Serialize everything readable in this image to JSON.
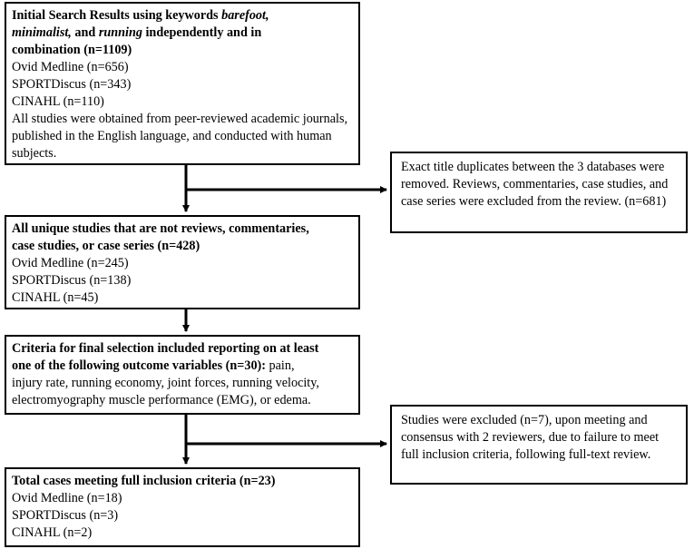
{
  "box1": {
    "title_l1_pre": "Initial Search Results using keywords ",
    "title_l1_em": "barefoot,",
    "title_l2_em": "minimalist,",
    "title_l2_mid": " and ",
    "title_l2_em2": "running",
    "title_l2_post": " independently and in",
    "title_l3": "combination (n=1109)",
    "db1": "Ovid Medline (n=656)",
    "db2": "SPORTDiscus (n=343)",
    "db3": "CINAHL (n=110)",
    "note": "All studies were obtained from peer-reviewed academic journals, published in the English language, and conducted with human subjects."
  },
  "side1": {
    "text": "Exact title duplicates between the 3 databases were removed. Reviews, commentaries, case studies, and case series were excluded from the review. (n=681)"
  },
  "box2": {
    "title_l1": "All unique studies that are not reviews, commentaries,",
    "title_l2": "case studies, or case series (n=428)",
    "db1": "Ovid Medline (n=245)",
    "db2": "SPORTDiscus (n=138)",
    "db3": "CINAHL (n=45)"
  },
  "box3": {
    "l1": "Criteria for final selection included reporting on at least",
    "l2_bold": "one of the following outcome variables (n=30):",
    "l2_rest": " pain,",
    "l3": "injury rate, running economy, joint forces, running velocity,",
    "l4": "electromyography muscle performance (EMG), or edema."
  },
  "side2": {
    "text": "Studies were excluded (n=7), upon meeting and consensus with 2 reviewers, due to failure to meet full inclusion criteria, following full-text review."
  },
  "box4": {
    "title": "Total cases meeting full inclusion criteria (n=23)",
    "db1": "Ovid Medline (n=18)",
    "db2": "SPORTDiscus (n=3)",
    "db3": "CINAHL (n=2)"
  }
}
